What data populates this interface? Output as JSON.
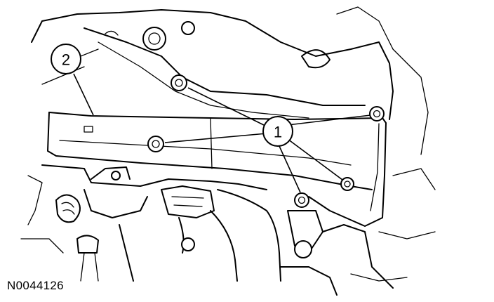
{
  "figure": {
    "id_label": "N0044126",
    "callouts": [
      {
        "label": "1"
      },
      {
        "label": "2"
      }
    ]
  }
}
